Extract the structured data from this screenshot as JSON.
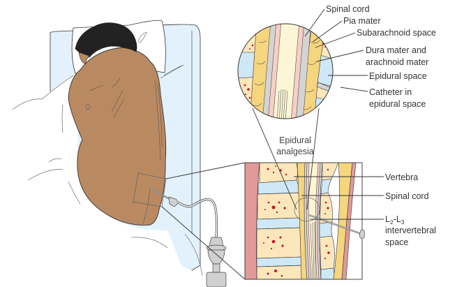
{
  "title": "Epidural analgesia",
  "colors": {
    "skin": "#b98a62",
    "hair": "#222222",
    "sheet": "#e2f1fb",
    "pillow": "#ffffff",
    "spinal_cord": "#fdf6d6",
    "pia": "#f7cfc7",
    "dura_gray": "#d4d4d4",
    "fat": "#f5d57e",
    "bone": "#fbe7bb",
    "marrow": "#c8102e",
    "disc": "#cfe8f7",
    "muscle": "#e2999a",
    "device": "#d0d0d0",
    "line": "#333333"
  },
  "labels": {
    "magnified": [
      {
        "id": "spinal-cord",
        "text": "Spinal cord"
      },
      {
        "id": "pia-mater",
        "text": "Pia mater"
      },
      {
        "id": "subarachnoid-space",
        "text": "Subarachnoid space"
      },
      {
        "id": "dura-arachnoid",
        "lines": [
          "Dura mater and",
          "arachnoid mater"
        ]
      },
      {
        "id": "epidural-space",
        "text": "Epidural space"
      },
      {
        "id": "catheter",
        "lines": [
          "Catheter in",
          "epidural space"
        ]
      }
    ],
    "caption": [
      "Epidural",
      "analgesia"
    ],
    "section": [
      {
        "id": "vertebra",
        "text": "Vertebra"
      },
      {
        "id": "spinal-cord-2",
        "text": "Spinal cord"
      },
      {
        "id": "intervertebral-space",
        "L": "L",
        "sub1": "2",
        "dash": "-L",
        "sub2": "3",
        "lines": [
          "intervertebral",
          "space"
        ]
      }
    ]
  }
}
